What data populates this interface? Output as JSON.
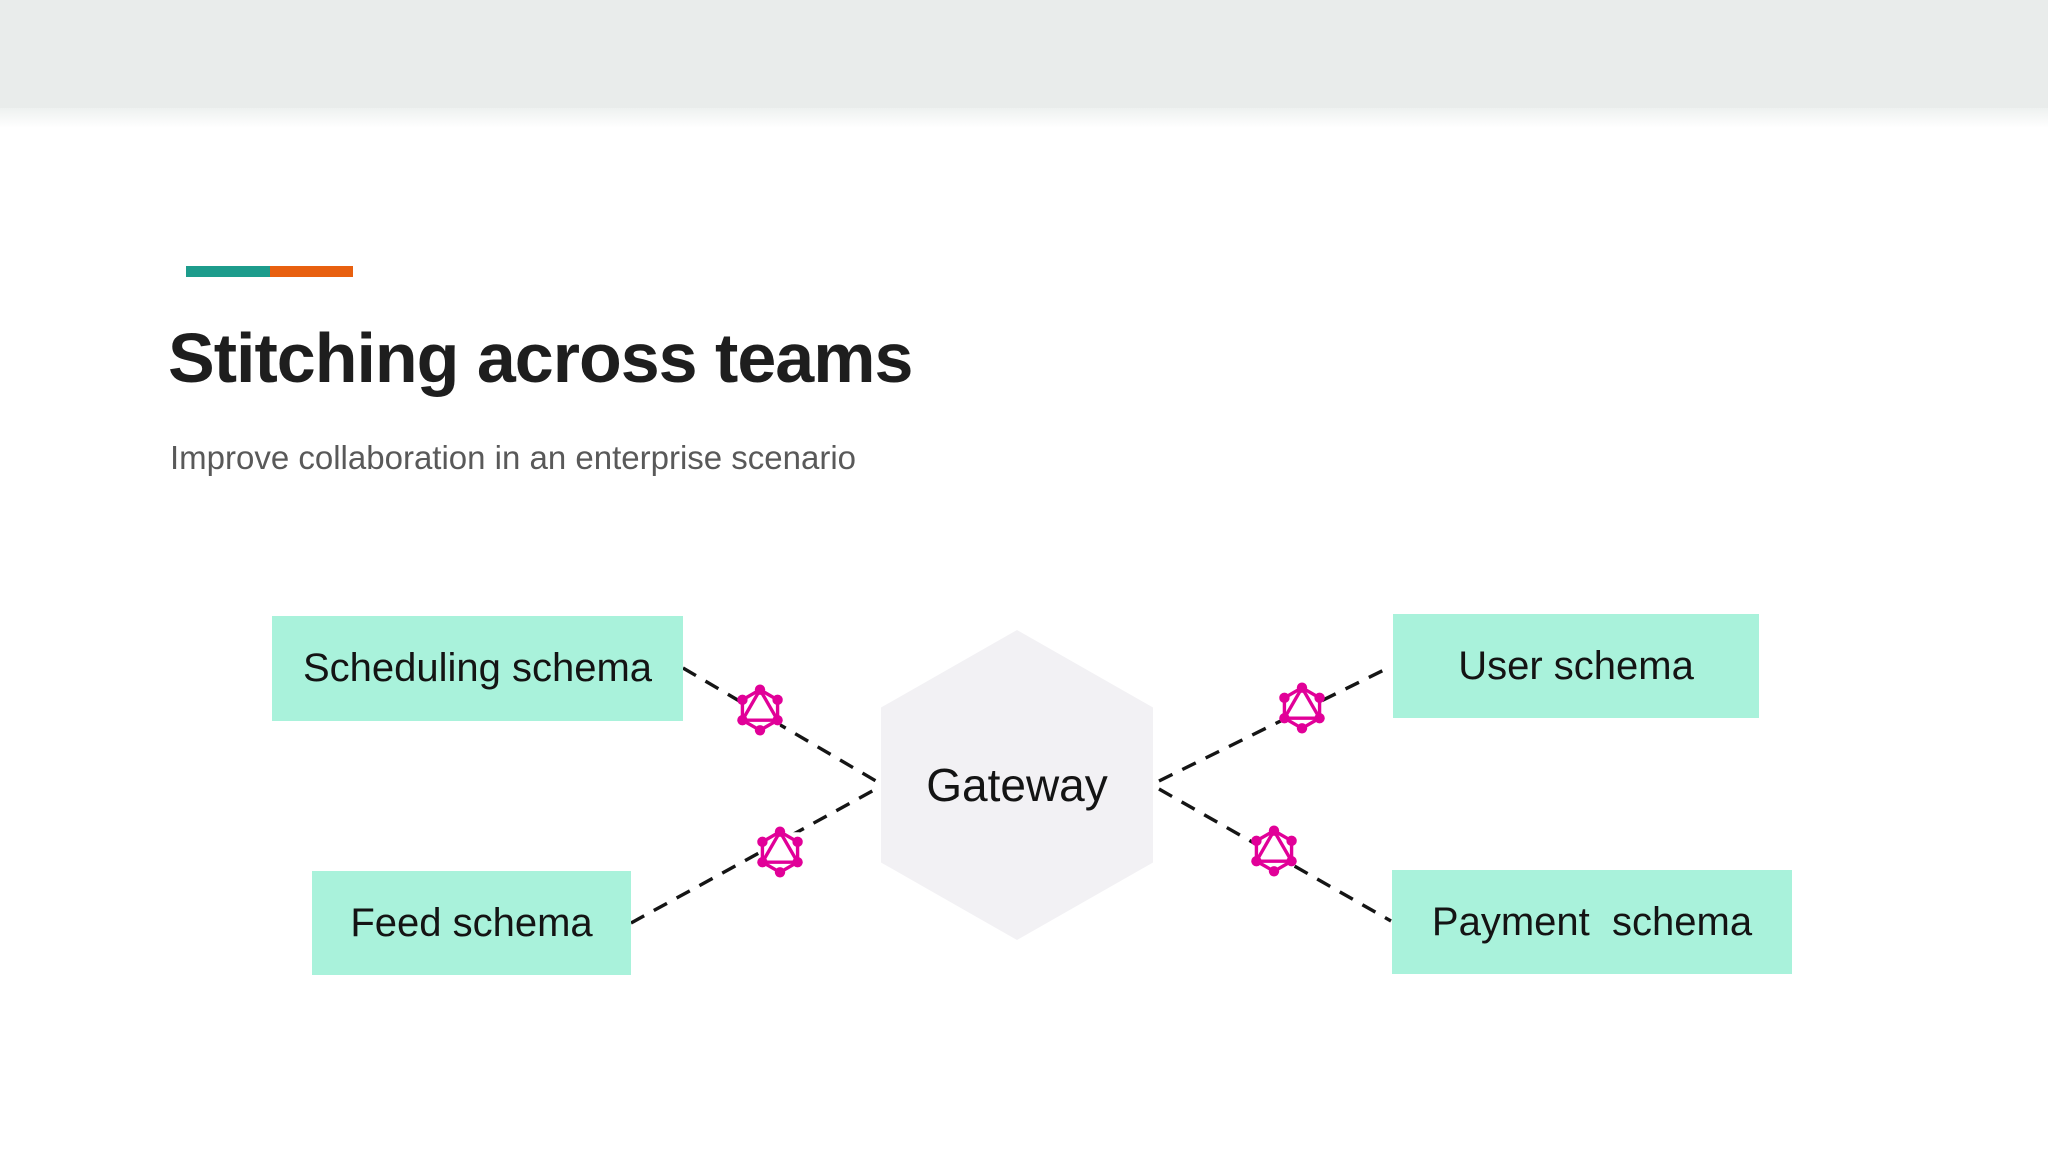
{
  "slide": {
    "title": "Stitching across teams",
    "subtitle": "Improve collaboration in an enterprise scenario",
    "top_band_color": "#e9eceb",
    "background_color": "#ffffff",
    "accent_bar": {
      "teal": "#1d9c8c",
      "orange": "#e8600f"
    },
    "title_color": "#1e1e1e",
    "subtitle_color": "#595959"
  },
  "diagram": {
    "gateway": {
      "label": "Gateway",
      "fill": "#f2f1f4"
    },
    "schema_boxes": [
      {
        "id": "scheduling",
        "label": "Scheduling schema"
      },
      {
        "id": "user",
        "label": "User schema"
      },
      {
        "id": "feed",
        "label": "Feed schema"
      },
      {
        "id": "payment",
        "label": "Payment  schema"
      }
    ],
    "box_fill": "#a9f2db",
    "connector": {
      "style": "dashed",
      "color": "#151515"
    },
    "icons": {
      "name": "graphql-icon",
      "color": "#e10098"
    }
  }
}
